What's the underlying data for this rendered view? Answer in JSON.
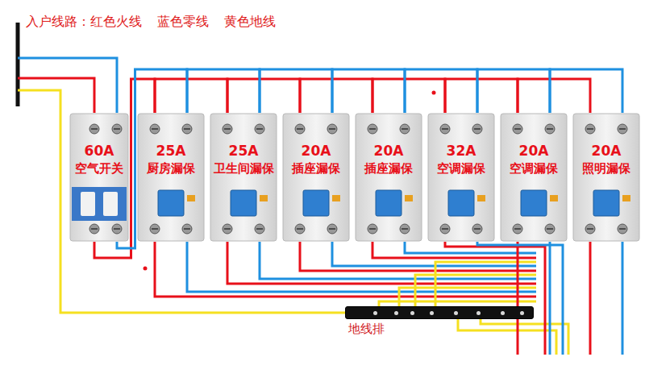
{
  "diagram": {
    "title": "入户线路：红色火线 蓝色零线 黄色地线",
    "nodes": [
      {
        "text": [
          "60A",
          "空气开关"
        ]
      },
      {
        "text": [
          "25A",
          "厨房漏保"
        ]
      },
      {
        "text": [
          "25A",
          "卫生间漏保"
        ]
      },
      {
        "text": [
          "20A",
          "插座漏保"
        ]
      },
      {
        "text": [
          "20A",
          "插座漏保"
        ]
      },
      {
        "text": [
          "32A",
          "空调漏保"
        ]
      },
      {
        "text": [
          "20A",
          "空调漏保"
        ]
      },
      {
        "text": [
          "20A",
          "照明漏保"
        ]
      },
      {
        "text": [
          "地线排"
        ]
      }
    ],
    "edges": [
      {
        "from": 0,
        "to": 1,
        "arrow": "none"
      },
      {
        "from": 0,
        "to": 1,
        "arrow": "none"
      },
      {
        "from": 1,
        "to": 2,
        "arrow": "none"
      },
      {
        "from": 1,
        "to": 2,
        "arrow": "none"
      },
      {
        "from": 2,
        "to": 3,
        "arrow": "none"
      },
      {
        "from": 2,
        "to": 3,
        "arrow": "none"
      },
      {
        "from": 3,
        "to": 4,
        "arrow": "none"
      },
      {
        "from": 3,
        "to": 4,
        "arrow": "none"
      },
      {
        "from": 4,
        "to": 5,
        "arrow": "none"
      },
      {
        "from": 4,
        "to": 5,
        "arrow": "none"
      },
      {
        "from": 5,
        "to": 6,
        "arrow": "none"
      },
      {
        "from": 5,
        "to": 6,
        "arrow": "none"
      },
      {
        "from": 6,
        "to": 7,
        "arrow": "none"
      },
      {
        "from": 6,
        "to": 7,
        "arrow": "none"
      }
    ]
  }
}
